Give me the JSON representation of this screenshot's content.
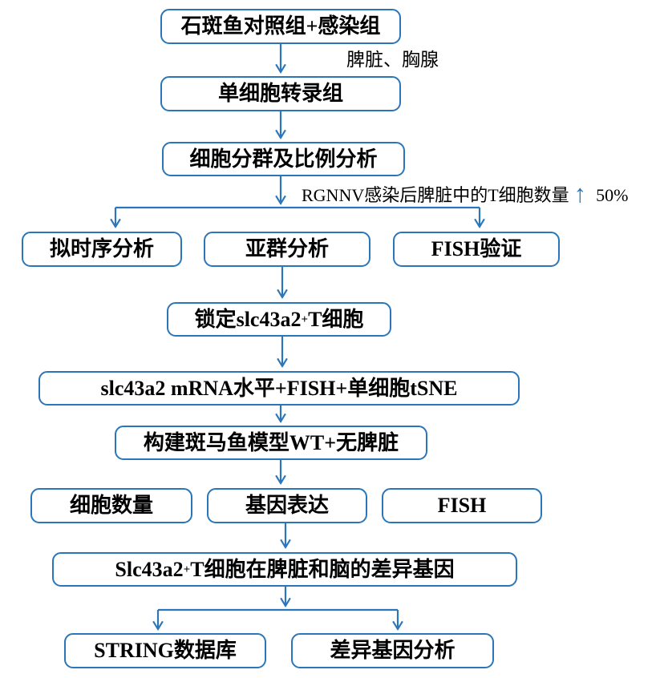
{
  "colors": {
    "accent": "#2B76B9",
    "text": "#000000",
    "background": "#FFFFFF"
  },
  "nodes": {
    "grouper_groups": {
      "label": "石斑鱼对照组+感染组"
    },
    "single_cell_transcriptome": {
      "label": "单细胞转录组"
    },
    "cell_clustering": {
      "label": "细胞分群及比例分析"
    },
    "pseudotime_analysis": {
      "label": "拟时序分析"
    },
    "subcluster_analysis": {
      "label": "亚群分析"
    },
    "fish_validation": {
      "label": "FISH验证"
    },
    "lock_slc43a2_tcell": {
      "pre": "锁定slc43a2",
      "sup": "+",
      "post": " T细胞"
    },
    "mrna_fish_tsne": {
      "label": "slc43a2 mRNA水平+FISH+单细胞tSNE"
    },
    "zebrafish_model": {
      "label": "构建斑马鱼模型WT+无脾脏"
    },
    "cell_count": {
      "label": "细胞数量"
    },
    "gene_expression": {
      "label": "基因表达"
    },
    "fish": {
      "label": "FISH"
    },
    "diff_genes_spleen_brain": {
      "pre": "Slc43a2",
      "sup": "+",
      "post": " T细胞在脾脏和脑的差异基因"
    },
    "string_database": {
      "label": "STRING数据库"
    },
    "diff_gene_analysis": {
      "label": "差异基因分析"
    }
  },
  "annotations": {
    "organs": "脾脏、胸腺",
    "tcell_increase": {
      "text": "RGNNV感染后脾脏中的T细胞数量",
      "arrow_icon": "↑",
      "value": "50%"
    }
  }
}
